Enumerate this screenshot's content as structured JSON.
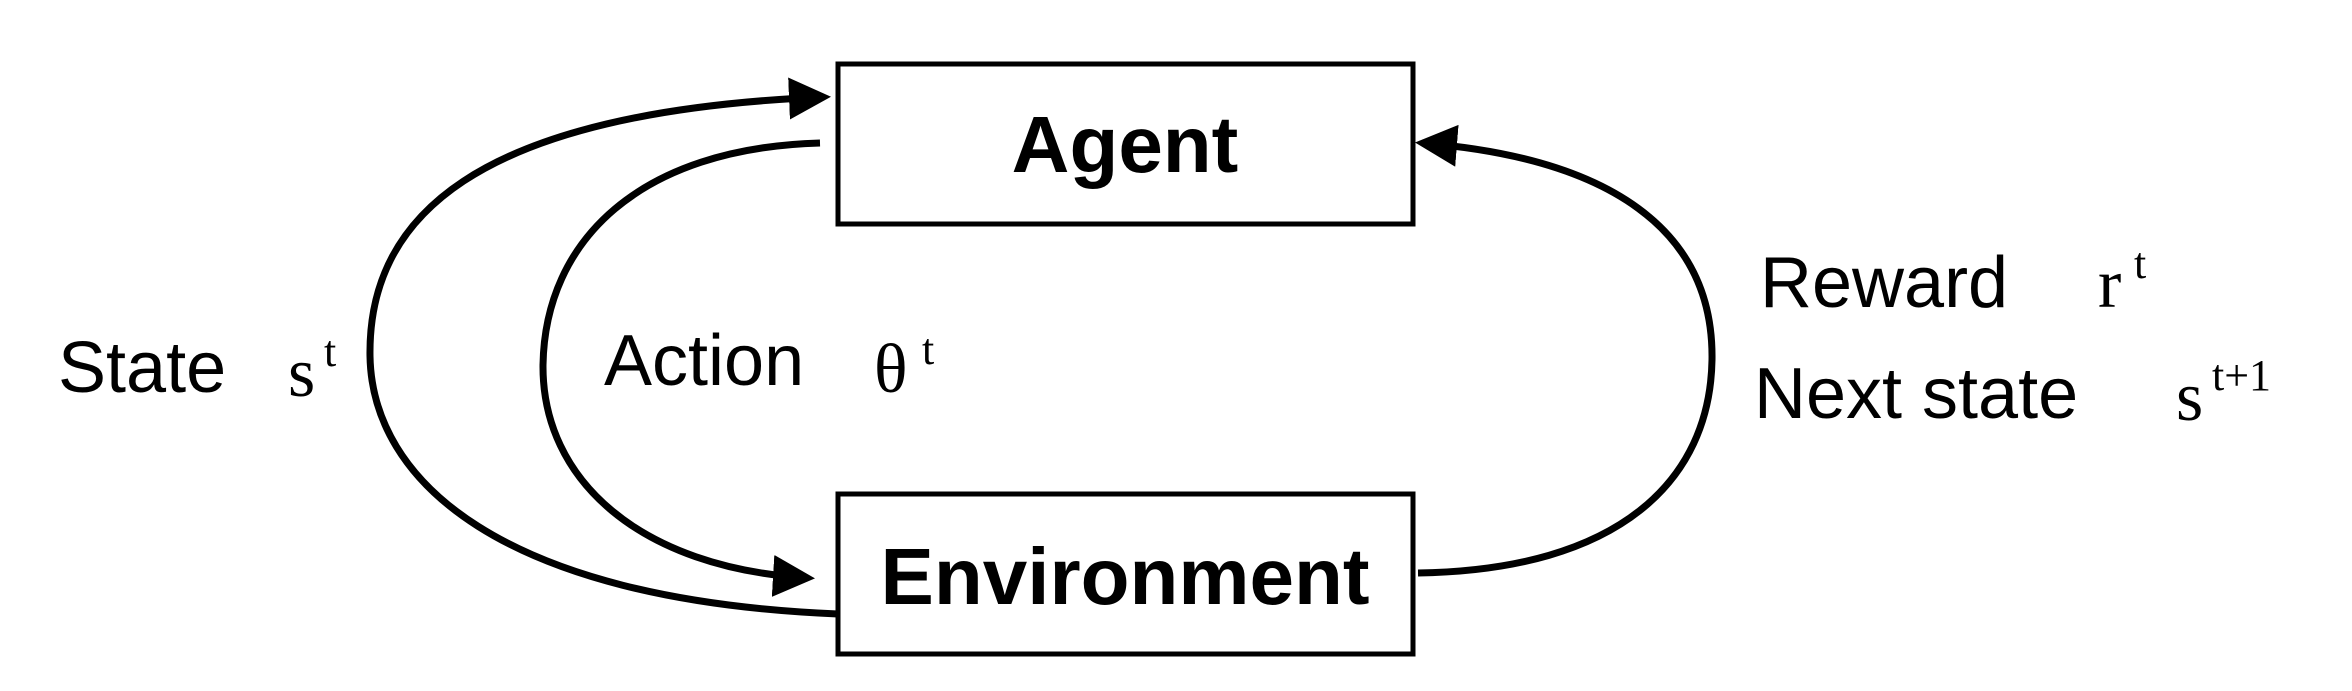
{
  "nodes": {
    "agent": {
      "label": "Agent"
    },
    "environment": {
      "label": "Environment"
    }
  },
  "edges": {
    "state": {
      "word": "State",
      "symbol": "s",
      "superscript": "t"
    },
    "action": {
      "word": "Action",
      "symbol": "θ",
      "superscript": "t"
    },
    "reward": {
      "word": "Reward",
      "symbol": "r",
      "superscript": "t"
    },
    "next_state": {
      "word": "Next state",
      "symbol": "s",
      "superscript": "t+1"
    }
  },
  "colors": {
    "stroke": "#000000",
    "background": "#ffffff"
  }
}
